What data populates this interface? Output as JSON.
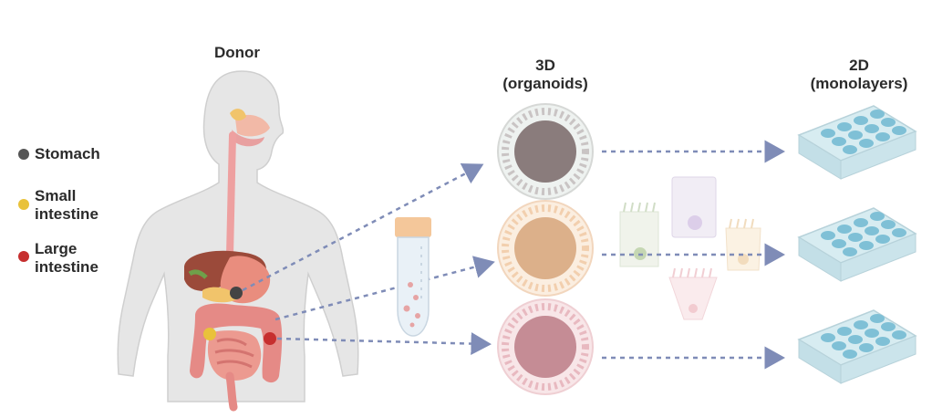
{
  "labels": {
    "donor": "Donor",
    "organoids_line1": "3D",
    "organoids_line2": "(organoids)",
    "monolayers_line1": "2D",
    "monolayers_line2": "(monolayers)"
  },
  "legend": [
    {
      "lines": [
        "Stomach"
      ],
      "color": "#555555"
    },
    {
      "lines": [
        "Small",
        "intestine"
      ],
      "color": "#e9c23a"
    },
    {
      "lines": [
        "Large",
        "intestine"
      ],
      "color": "#c62f2f"
    }
  ],
  "colors": {
    "arrow": "#7f8cb7",
    "skin": "#e6e6e6",
    "plate": "#d7ecf1",
    "well": "#7fc0d6",
    "organoid_stomach": "#8a7c7c",
    "organoid_small": "#dcb08a",
    "organoid_large": "#c58c95"
  }
}
